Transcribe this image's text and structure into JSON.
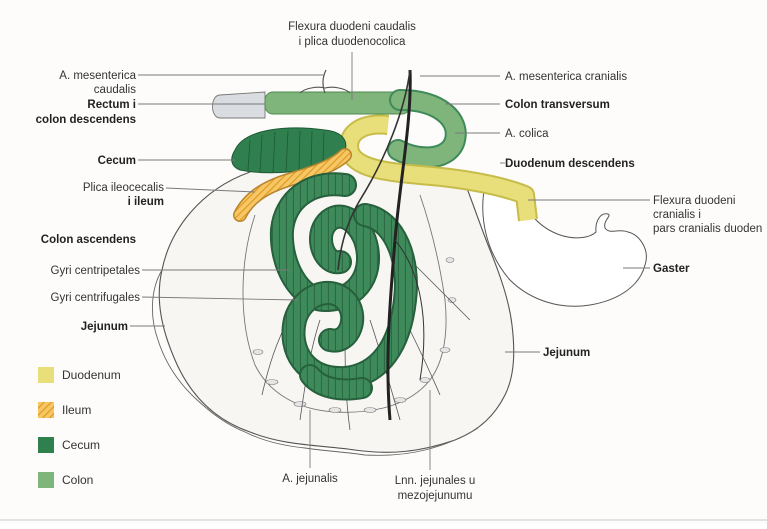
{
  "labels": {
    "flexura_duodeni_caudalis": [
      "Flexura duodeni caudalis",
      "i plica duodenocolica"
    ],
    "a_mesenterica_caudalis": [
      "A. mesenterica",
      "caudalis"
    ],
    "rectum": [
      "Rectum i",
      "colon descendens"
    ],
    "cecum": "Cecum",
    "plica_ileocecalis": [
      "Plica ileocecalis",
      "i ileum"
    ],
    "colon_ascendens": "Colon ascendens",
    "gyri_centripetales": "Gyri centripetales",
    "gyri_centrifugales": "Gyri centrifugales",
    "jejunum_left": "Jejunum",
    "a_mesenterica_cranialis": "A. mesenterica cranialis",
    "colon_transversum": "Colon transversum",
    "a_colica": "A. colica",
    "duodenum_descendens": "Duodenum descendens",
    "flexura_duodeni_cranialis": [
      "Flexura duodeni",
      "cranialis i",
      "pars cranialis duoden"
    ],
    "gaster": "Gaster",
    "jejunum_right": "Jejunum",
    "a_jejunalis": "A. jejunalis",
    "lnn_jejunales": [
      "Lnn. jejunales u",
      "mezojejunumu"
    ]
  },
  "legend": [
    {
      "label": "Duodenum",
      "color": "#e8df7a",
      "pattern": "solid"
    },
    {
      "label": "Ileum",
      "color": "#f0b43c",
      "pattern": "hatched"
    },
    {
      "label": "Cecum",
      "color": "#2f7f4f",
      "pattern": "solid"
    },
    {
      "label": "Colon",
      "color": "#7fb57a",
      "pattern": "solid"
    }
  ],
  "colors": {
    "duodenum": "#e8df7a",
    "ileum": "#f0b43c",
    "cecum": "#2f7f4f",
    "colon": "#7fb57a",
    "jejunum": "#3e8a5a",
    "jejunum_dark": "#26603c",
    "rectum_end": "#d9dce0"
  }
}
